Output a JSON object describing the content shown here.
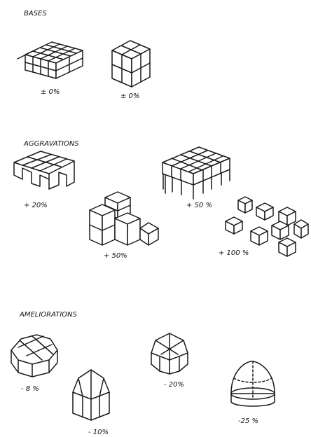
{
  "sections": [
    {
      "title": "BASES",
      "items": [
        {
          "shape": "flat-slab-8-cubes",
          "label": "± 0%"
        },
        {
          "shape": "compact-block-8-cubes",
          "label": "± 0%"
        }
      ]
    },
    {
      "title": "AGGRAVATIONS",
      "items": [
        {
          "shape": "staggered-slab",
          "label": "+ 20%"
        },
        {
          "shape": "stepped-cubes",
          "label": "+ 50%"
        },
        {
          "shape": "slab-on-pilotis",
          "label": "+ 50 %"
        },
        {
          "shape": "scattered-cubes",
          "label": "+ 100 %"
        }
      ]
    },
    {
      "title": "AMELIORATIONS",
      "items": [
        {
          "shape": "octagonal-prism",
          "label": "- 8 %"
        },
        {
          "shape": "gabled-cross",
          "label": "- 10%"
        },
        {
          "shape": "domed-polygon",
          "label": "- 20%"
        },
        {
          "shape": "hemisphere",
          "label": "-25 %"
        }
      ]
    }
  ],
  "colors": {
    "ink": "#1a1a1a",
    "paper": "#ffffff"
  }
}
